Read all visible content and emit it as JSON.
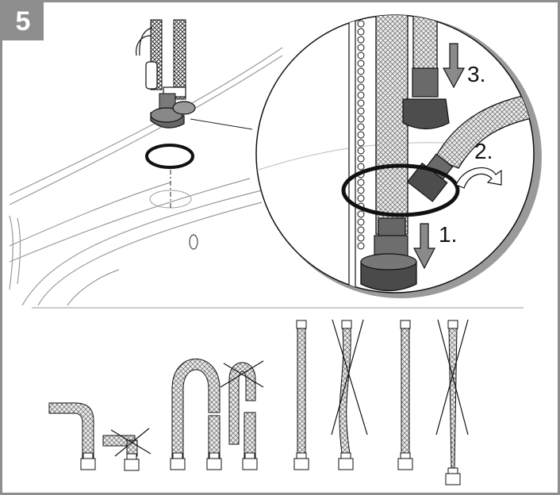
{
  "step": {
    "number": "5"
  },
  "detail_callouts": {
    "step1": "1.",
    "step2": "2.",
    "step3": "3."
  },
  "colors": {
    "frame_gray": "#8e8e8e",
    "line": "#1a1a1a",
    "hose_fill": "#d8d8d8",
    "nut_fill": "#555555",
    "shadow": "#9a9a9a"
  },
  "hose_examples": [
    {
      "id": "l-bend",
      "status": "correct"
    },
    {
      "id": "tight-bend",
      "status": "incorrect"
    },
    {
      "id": "u-loop",
      "status": "correct"
    },
    {
      "id": "kinked-loop",
      "status": "incorrect"
    },
    {
      "id": "straight-long",
      "status": "correct"
    },
    {
      "id": "twisted-long",
      "status": "incorrect"
    },
    {
      "id": "straight-long-2",
      "status": "correct"
    },
    {
      "id": "overstretched",
      "status": "incorrect"
    }
  ]
}
